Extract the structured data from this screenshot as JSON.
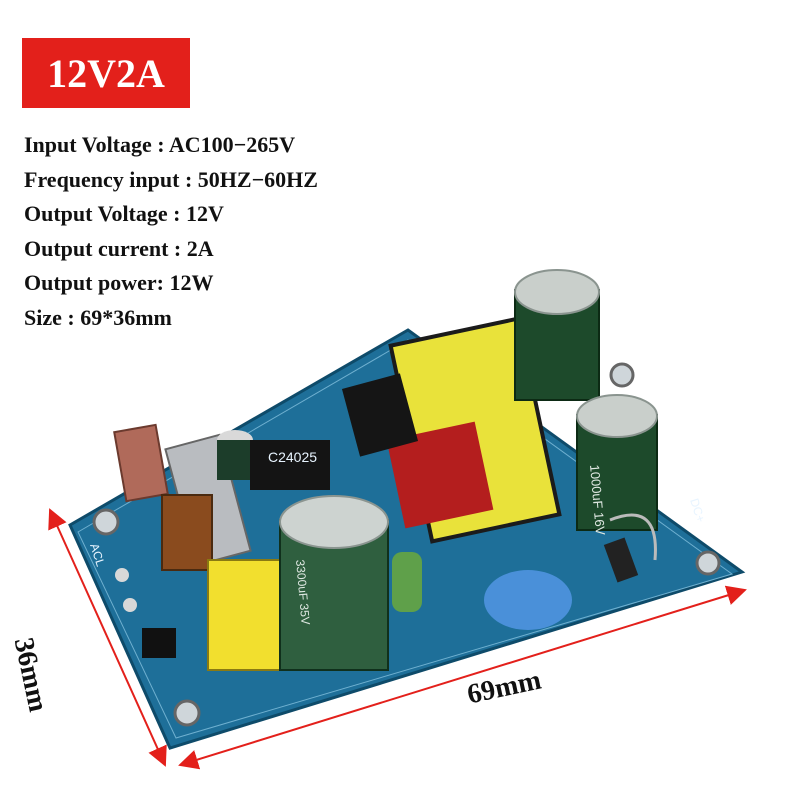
{
  "badge": {
    "label": "12V2A",
    "color": "#e3201b"
  },
  "specs": [
    "Input Voltage : AC100−265V",
    "Frequency input : 50HZ−60HZ",
    "Output Voltage : 12V",
    "Output current : 2A",
    "Output power: 12W",
    "Size : 69*36mm"
  ],
  "dimensions": {
    "width_label": "69mm",
    "height_label": "36mm",
    "arrow_color": "#e3201b"
  },
  "board_silkscreen": {
    "ic": "C24025",
    "cap_small": "1000uF 16V",
    "cap_large": "3300uF 35V",
    "input": "ACL",
    "output": "DC+"
  }
}
